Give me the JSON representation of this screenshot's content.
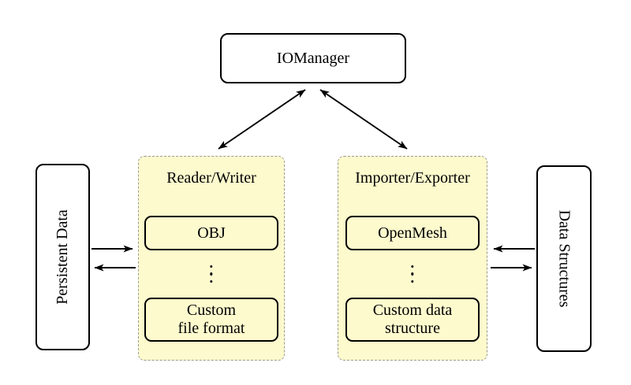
{
  "diagram": {
    "io_manager": {
      "label": "IOManager"
    },
    "persistent_data": {
      "label": "Persistent Data"
    },
    "data_structures": {
      "label": "Data Structures"
    },
    "reader_writer_panel": {
      "title": "Reader/Writer",
      "items": [
        {
          "label": "OBJ"
        },
        {
          "label": "Custom\nfile format"
        }
      ],
      "ellipsis_icon": "vertical-ellipsis"
    },
    "importer_exporter_panel": {
      "title": "Importer/Exporter",
      "items": [
        {
          "label": "OpenMesh"
        },
        {
          "label": "Custom data\nstructure"
        }
      ],
      "ellipsis_icon": "vertical-ellipsis"
    },
    "colors": {
      "panel_fill": "#FDFACD",
      "panel_border": "#999999",
      "node_border": "#000000",
      "node_fill": "#FFFFFF",
      "arrow": "#000000"
    }
  }
}
